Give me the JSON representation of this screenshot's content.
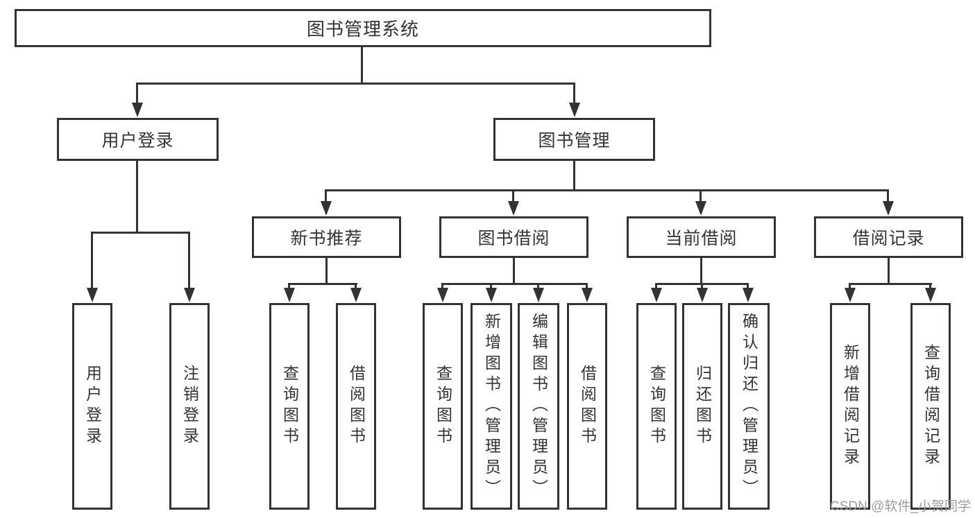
{
  "tree": {
    "label": "图书管理系统",
    "children": [
      {
        "label": "用户登录",
        "children": [
          {
            "label": "用户登录"
          },
          {
            "label": "注销登录"
          }
        ]
      },
      {
        "label": "图书管理",
        "children": [
          {
            "label": "新书推荐",
            "children": [
              {
                "label": "查询图书"
              },
              {
                "label": "借阅图书"
              }
            ]
          },
          {
            "label": "图书借阅",
            "children": [
              {
                "label": "查询图书"
              },
              {
                "label": "新增图书（管理员）"
              },
              {
                "label": "编辑图书（管理员）"
              },
              {
                "label": "借阅图书"
              }
            ]
          },
          {
            "label": "当前借阅",
            "children": [
              {
                "label": "查询图书"
              },
              {
                "label": "归还图书"
              },
              {
                "label": "确认归还（管理员）"
              }
            ]
          },
          {
            "label": "借阅记录",
            "children": [
              {
                "label": "新增借阅记录"
              },
              {
                "label": "查询借阅记录"
              }
            ]
          }
        ]
      }
    ]
  },
  "watermark": {
    "text": "CSDN @软件_小贺同学"
  },
  "colors": {
    "line": "#333333",
    "box_fill": "#ffffff",
    "text": "#333333",
    "watermark": "#9c9c9c",
    "background": "#ffffff"
  }
}
